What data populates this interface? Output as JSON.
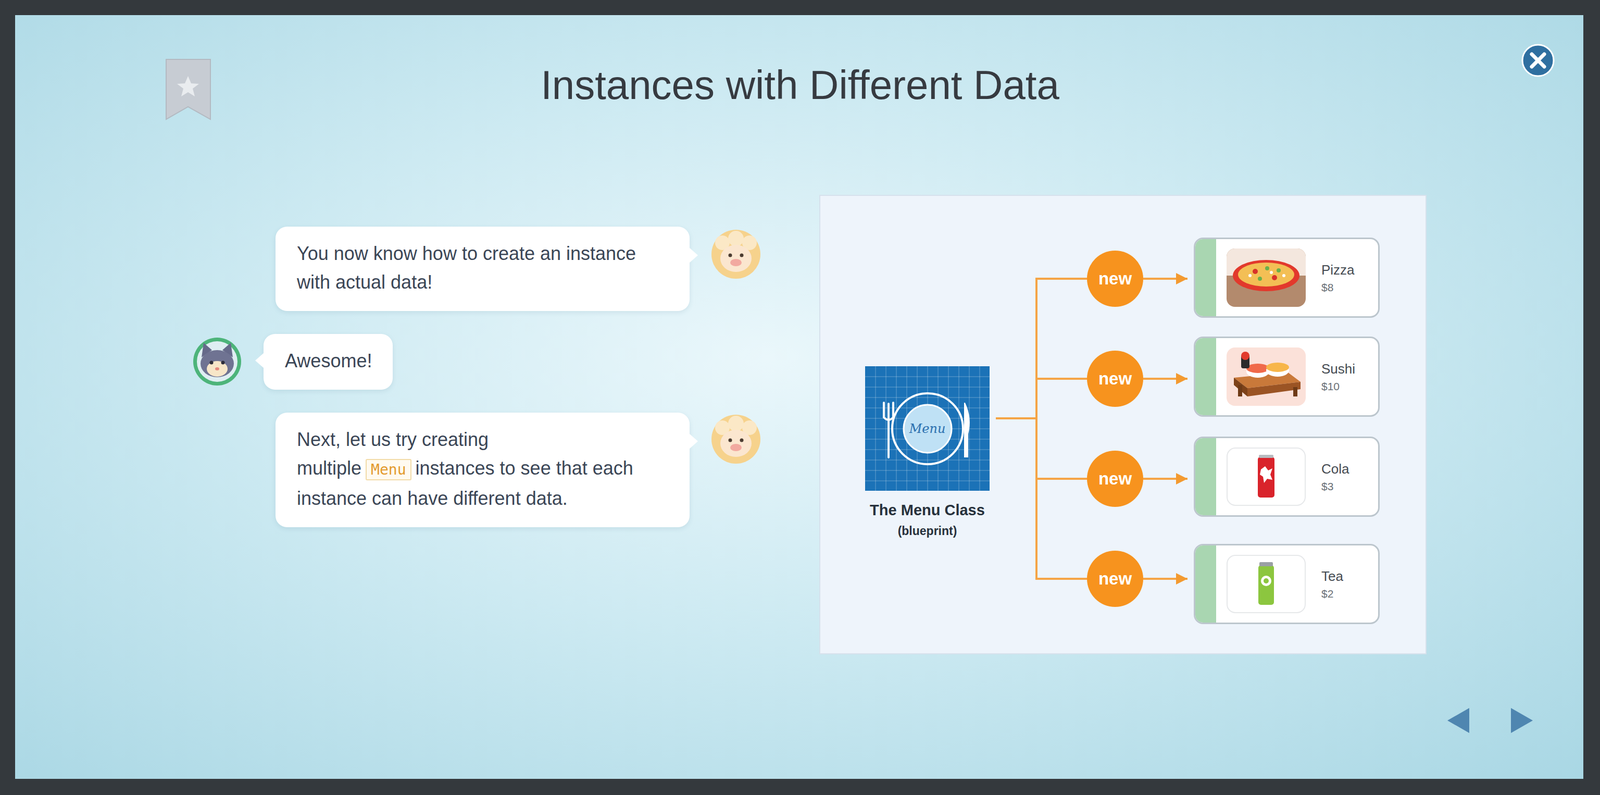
{
  "diagram": {
    "title": "Instances with Different Data",
    "nodes": [
      {
        "text": [
          "You now know how to create an instance with actual data!"
        ]
      },
      {
        "text": [
          "Awesome!"
        ]
      },
      {
        "text": [
          "Next, let us try creating multiple",
          "Menu",
          "instances to see that each instance can have different data."
        ]
      },
      {
        "text": [
          "Menu",
          "The Menu Class",
          "(blueprint)"
        ]
      },
      {
        "text": [
          "new"
        ]
      },
      {
        "text": [
          "new"
        ]
      },
      {
        "text": [
          "new"
        ]
      },
      {
        "text": [
          "new"
        ]
      },
      {
        "text": [
          "Pizza",
          "$8"
        ]
      },
      {
        "text": [
          "Sushi",
          "$10"
        ]
      },
      {
        "text": [
          "Cola",
          "$3"
        ]
      },
      {
        "text": [
          "Tea",
          "$2"
        ]
      }
    ],
    "edges": [
      {
        "from": 3,
        "to": 4,
        "arrow": "none"
      },
      {
        "from": 3,
        "to": 5,
        "arrow": "none"
      },
      {
        "from": 3,
        "to": 6,
        "arrow": "none"
      },
      {
        "from": 3,
        "to": 7,
        "arrow": "none"
      },
      {
        "from": 4,
        "to": 8,
        "arrow": "to"
      },
      {
        "from": 5,
        "to": 9,
        "arrow": "to"
      },
      {
        "from": 6,
        "to": 10,
        "arrow": "to"
      },
      {
        "from": 7,
        "to": 11,
        "arrow": "to"
      }
    ]
  }
}
